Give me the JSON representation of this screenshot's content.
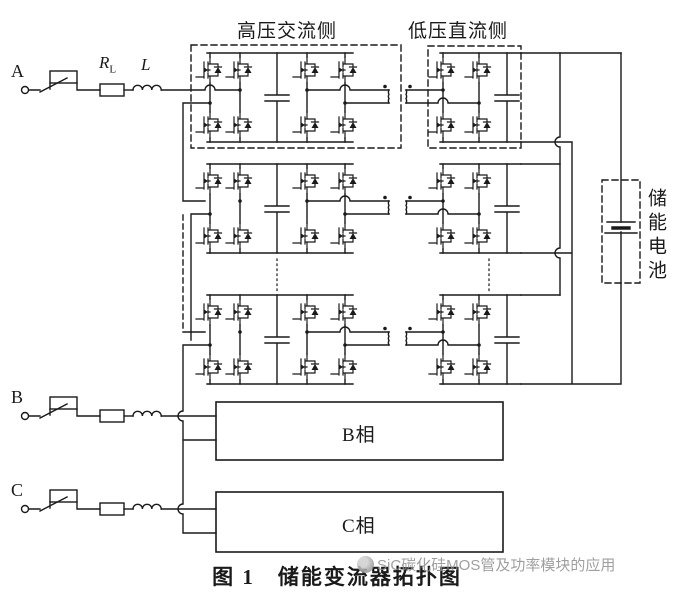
{
  "labels": {
    "hv_ac_side": "高压交流侧",
    "lv_dc_side": "低压直流侧",
    "battery": "储能电池",
    "phase_a": "A",
    "phase_b": "B",
    "phase_c": "C",
    "resistor": "R",
    "resistor_sub": "L",
    "inductor": "L",
    "phase_b_box": "B相",
    "phase_c_box": "C相"
  },
  "caption": "图 1　储能变流器拓扑图",
  "watermark": "SiC碳化硅MOS管及功率模块的应用",
  "colors": {
    "line": "#1a1a1a",
    "watermark": "#8f8f8f"
  }
}
